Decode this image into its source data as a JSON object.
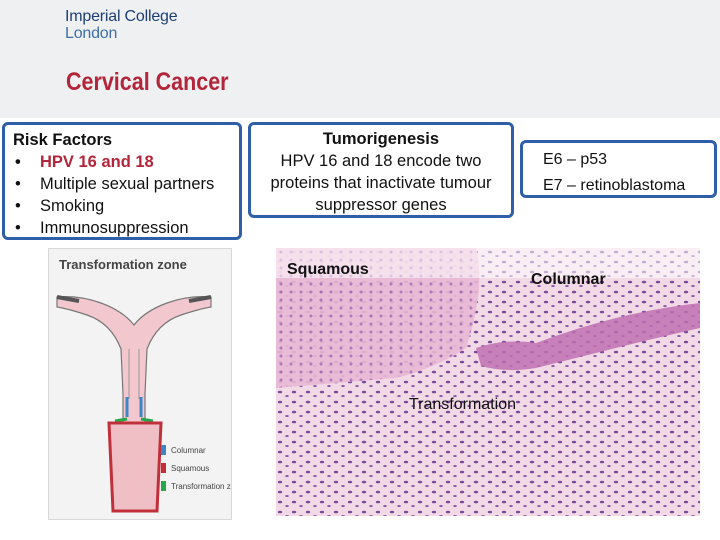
{
  "logo": {
    "line1": "Imperial College",
    "line2": "London"
  },
  "slide_title": "Cervical Cancer",
  "risk_factors": {
    "heading": "Risk Factors",
    "items": [
      {
        "text": "HPV 16 and 18",
        "highlight": true
      },
      {
        "text": "Multiple sexual partners",
        "highlight": false
      },
      {
        "text": "Smoking",
        "highlight": false
      },
      {
        "text": "Immunosuppression",
        "highlight": false
      }
    ]
  },
  "tumorigenesis": {
    "heading": "Tumorigenesis",
    "lines": [
      "HPV 16 and 18 encode two",
      "proteins that inactivate tumour",
      "suppressor genes"
    ]
  },
  "oncoproteins": {
    "e6": "E6 – p53",
    "e7": "E7 – retinoblastoma"
  },
  "diagram": {
    "title": "Transformation zone",
    "legend": [
      "Columnar",
      "Squamous",
      "Transformation zone"
    ]
  },
  "histology": {
    "left_label": "Squamous",
    "right_label": "Columnar",
    "bottom_label": "Transformation"
  },
  "colors": {
    "brand_blue": "#1f3f73",
    "title_red": "#b3253a",
    "box_border": "#2f5fa8",
    "columnar_blue": "#3a86c6",
    "squamous_red": "#c0303a",
    "tz_green": "#2aa64a"
  }
}
